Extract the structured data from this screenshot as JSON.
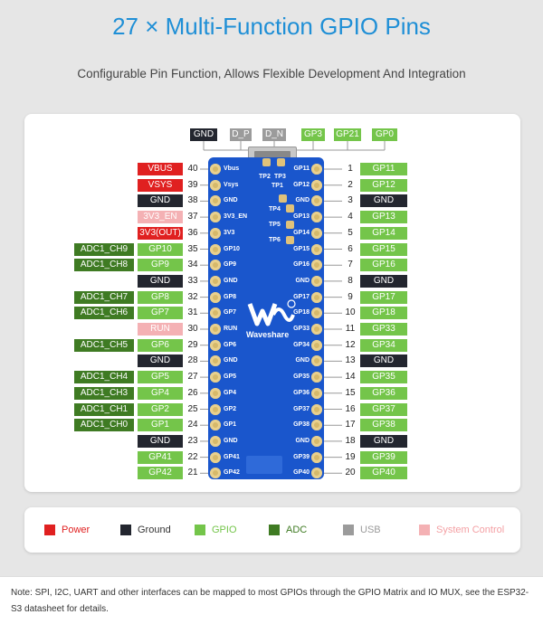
{
  "title": "27 × Multi-Function GPIO Pins",
  "subtitle": "Configurable Pin Function, Allows Flexible Development And Integration",
  "top_labels": [
    {
      "text": "GND",
      "cls": "c-gnd"
    },
    {
      "text": "D_P",
      "cls": "c-usb"
    },
    {
      "text": "D_N",
      "cls": "c-usb"
    },
    {
      "text": "GP3",
      "cls": "c-gpio"
    },
    {
      "text": "GP21",
      "cls": "c-gpio"
    },
    {
      "text": "GP0",
      "cls": "c-gpio"
    }
  ],
  "left_pins": [
    {
      "num": "40",
      "board": "Vbus",
      "label": "VBUS",
      "cls": "c-power",
      "adc": ""
    },
    {
      "num": "39",
      "board": "Vsys",
      "label": "VSYS",
      "cls": "c-power",
      "adc": ""
    },
    {
      "num": "38",
      "board": "GND",
      "label": "GND",
      "cls": "c-gnd",
      "adc": ""
    },
    {
      "num": "37",
      "board": "3V3_EN",
      "label": "3V3_EN",
      "cls": "c-sys",
      "adc": ""
    },
    {
      "num": "36",
      "board": "3V3",
      "label": "3V3(OUT)",
      "cls": "c-power",
      "adc": ""
    },
    {
      "num": "35",
      "board": "GP10",
      "label": "GP10",
      "cls": "c-gpio",
      "adc": "ADC1_CH9"
    },
    {
      "num": "34",
      "board": "GP9",
      "label": "GP9",
      "cls": "c-gpio",
      "adc": "ADC1_CH8"
    },
    {
      "num": "33",
      "board": "GND",
      "label": "GND",
      "cls": "c-gnd",
      "adc": ""
    },
    {
      "num": "32",
      "board": "GP8",
      "label": "GP8",
      "cls": "c-gpio",
      "adc": "ADC1_CH7"
    },
    {
      "num": "31",
      "board": "GP7",
      "label": "GP7",
      "cls": "c-gpio",
      "adc": "ADC1_CH6"
    },
    {
      "num": "30",
      "board": "RUN",
      "label": "RUN",
      "cls": "c-sys",
      "adc": ""
    },
    {
      "num": "29",
      "board": "GP6",
      "label": "GP6",
      "cls": "c-gpio",
      "adc": "ADC1_CH5"
    },
    {
      "num": "28",
      "board": "GND",
      "label": "GND",
      "cls": "c-gnd",
      "adc": ""
    },
    {
      "num": "27",
      "board": "GP5",
      "label": "GP5",
      "cls": "c-gpio",
      "adc": "ADC1_CH4"
    },
    {
      "num": "26",
      "board": "GP4",
      "label": "GP4",
      "cls": "c-gpio",
      "adc": "ADC1_CH3"
    },
    {
      "num": "25",
      "board": "GP2",
      "label": "GP2",
      "cls": "c-gpio",
      "adc": "ADC1_CH1"
    },
    {
      "num": "24",
      "board": "GP1",
      "label": "GP1",
      "cls": "c-gpio",
      "adc": "ADC1_CH0"
    },
    {
      "num": "23",
      "board": "GND",
      "label": "GND",
      "cls": "c-gnd",
      "adc": ""
    },
    {
      "num": "22",
      "board": "GP41",
      "label": "GP41",
      "cls": "c-gpio",
      "adc": ""
    },
    {
      "num": "21",
      "board": "GP42",
      "label": "GP42",
      "cls": "c-gpio",
      "adc": ""
    }
  ],
  "right_pins": [
    {
      "num": "1",
      "board": "GP11",
      "label": "GP11",
      "cls": "c-gpio"
    },
    {
      "num": "2",
      "board": "GP12",
      "label": "GP12",
      "cls": "c-gpio"
    },
    {
      "num": "3",
      "board": "GND",
      "label": "GND",
      "cls": "c-gnd"
    },
    {
      "num": "4",
      "board": "GP13",
      "label": "GP13",
      "cls": "c-gpio"
    },
    {
      "num": "5",
      "board": "GP14",
      "label": "GP14",
      "cls": "c-gpio"
    },
    {
      "num": "6",
      "board": "GP15",
      "label": "GP15",
      "cls": "c-gpio"
    },
    {
      "num": "7",
      "board": "GP16",
      "label": "GP16",
      "cls": "c-gpio"
    },
    {
      "num": "8",
      "board": "GND",
      "label": "GND",
      "cls": "c-gnd"
    },
    {
      "num": "9",
      "board": "GP17",
      "label": "GP17",
      "cls": "c-gpio"
    },
    {
      "num": "10",
      "board": "GP18",
      "label": "GP18",
      "cls": "c-gpio"
    },
    {
      "num": "11",
      "board": "GP33",
      "label": "GP33",
      "cls": "c-gpio"
    },
    {
      "num": "12",
      "board": "GP34",
      "label": "GP34",
      "cls": "c-gpio"
    },
    {
      "num": "13",
      "board": "GND",
      "label": "GND",
      "cls": "c-gnd"
    },
    {
      "num": "14",
      "board": "GP35",
      "label": "GP35",
      "cls": "c-gpio"
    },
    {
      "num": "15",
      "board": "GP36",
      "label": "GP36",
      "cls": "c-gpio"
    },
    {
      "num": "16",
      "board": "GP37",
      "label": "GP37",
      "cls": "c-gpio"
    },
    {
      "num": "17",
      "board": "GP38",
      "label": "GP38",
      "cls": "c-gpio"
    },
    {
      "num": "18",
      "board": "GND",
      "label": "GND",
      "cls": "c-gnd"
    },
    {
      "num": "19",
      "board": "GP39",
      "label": "GP39",
      "cls": "c-gpio"
    },
    {
      "num": "20",
      "board": "GP40",
      "label": "GP40",
      "cls": "c-gpio"
    }
  ],
  "test_points": [
    "TP1",
    "TP2",
    "TP3",
    "TP4",
    "TP5",
    "TP6"
  ],
  "brand": "Waveshare",
  "legend": [
    {
      "text": "Power",
      "color": "#e02020",
      "text_color": "#e02020"
    },
    {
      "text": "Ground",
      "color": "#23262f",
      "text_color": "#333333"
    },
    {
      "text": "GPIO",
      "color": "#74c54a",
      "text_color": "#74c54a"
    },
    {
      "text": "ADC",
      "color": "#3f7b23",
      "text_color": "#3f7b23"
    },
    {
      "text": "USB",
      "color": "#9b9b9b",
      "text_color": "#9b9b9b"
    },
    {
      "text": "System Control",
      "color": "#f4b1b4",
      "text_color": "#f4a0a4"
    }
  ],
  "note": "Note: SPI, I2C, UART and other interfaces can be mapped to most GPIOs through the GPIO Matrix and IO MUX, see the ESP32-S3 datasheet for details."
}
